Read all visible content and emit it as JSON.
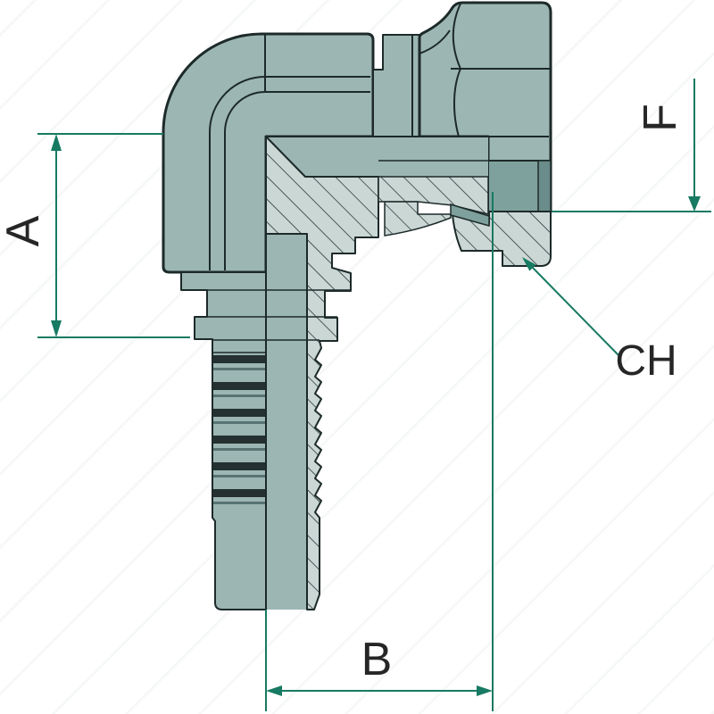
{
  "drawing": {
    "kind": "technical-drawing",
    "subject": "90 degree elbow hose fitting with female swivel nut, half-section view"
  },
  "dimension_labels": {
    "a": "A",
    "f": "F",
    "b": "B",
    "ch": "CH"
  },
  "colors": {
    "background": "#ffffff",
    "body": "#9cb6b3",
    "section": "#cbd7d5",
    "interior": "#7fa19e",
    "interior-dark": "#6a8c8a",
    "outline": "#1c2a29",
    "accent": "#177a62",
    "label": "#262626",
    "hatchline": "#223231",
    "barb-dark": "#243130",
    "barb-mid": "#587472"
  }
}
